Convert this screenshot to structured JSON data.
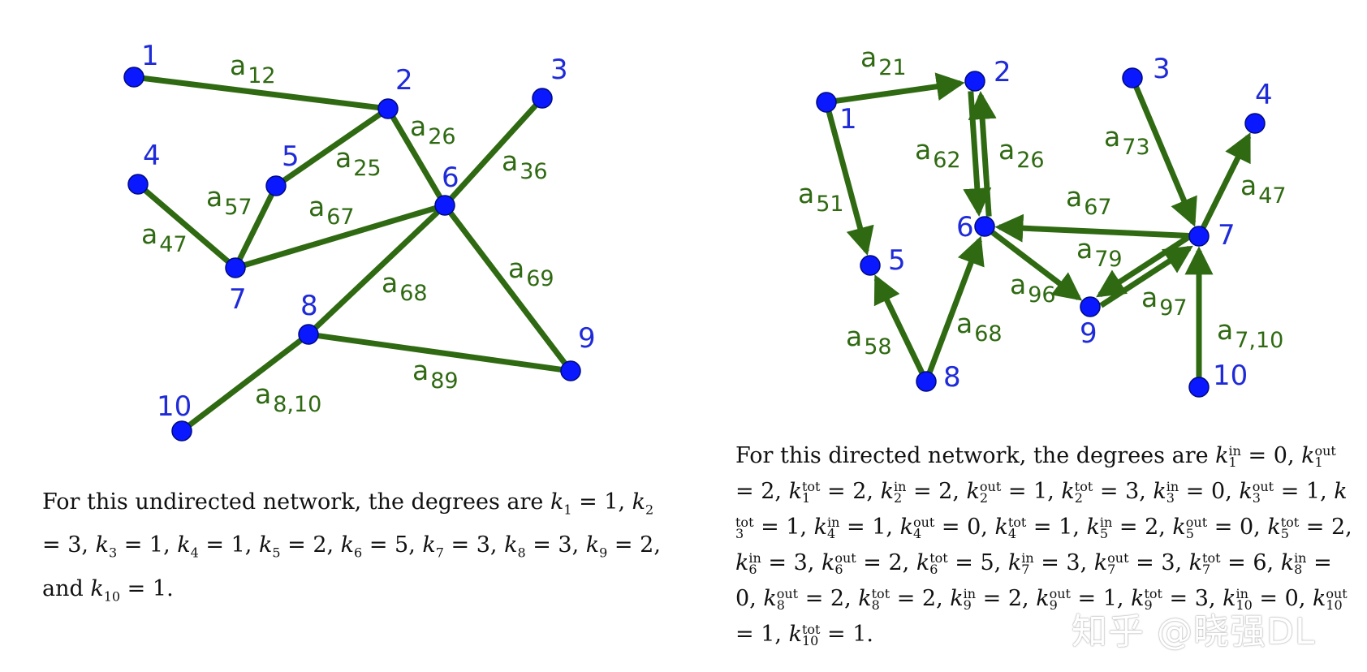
{
  "undirected": {
    "nodes": [
      {
        "id": "1",
        "label": "1"
      },
      {
        "id": "2",
        "label": "2"
      },
      {
        "id": "3",
        "label": "3"
      },
      {
        "id": "4",
        "label": "4"
      },
      {
        "id": "5",
        "label": "5"
      },
      {
        "id": "6",
        "label": "6"
      },
      {
        "id": "7",
        "label": "7"
      },
      {
        "id": "8",
        "label": "8"
      },
      {
        "id": "9",
        "label": "9"
      },
      {
        "id": "10",
        "label": "10"
      }
    ],
    "edges": [
      {
        "from": "1",
        "to": "2",
        "label": "a",
        "sub": "12"
      },
      {
        "from": "2",
        "to": "5",
        "label": "a",
        "sub": "25"
      },
      {
        "from": "2",
        "to": "6",
        "label": "a",
        "sub": "26"
      },
      {
        "from": "3",
        "to": "6",
        "label": "a",
        "sub": "36"
      },
      {
        "from": "4",
        "to": "7",
        "label": "a",
        "sub": "47"
      },
      {
        "from": "5",
        "to": "7",
        "label": "a",
        "sub": "57"
      },
      {
        "from": "6",
        "to": "7",
        "label": "a",
        "sub": "67"
      },
      {
        "from": "6",
        "to": "8",
        "label": "a",
        "sub": "68"
      },
      {
        "from": "6",
        "to": "9",
        "label": "a",
        "sub": "69"
      },
      {
        "from": "8",
        "to": "9",
        "label": "a",
        "sub": "89"
      },
      {
        "from": "8",
        "to": "10",
        "label": "a",
        "sub": "8,10"
      }
    ],
    "caption": {
      "intro": "For this undirected network, the degrees are ",
      "degrees": [
        {
          "k": "k",
          "sub": "1",
          "val": "1"
        },
        {
          "k": "k",
          "sub": "2",
          "val": "3"
        },
        {
          "k": "k",
          "sub": "3",
          "val": "1"
        },
        {
          "k": "k",
          "sub": "4",
          "val": "1"
        },
        {
          "k": "k",
          "sub": "5",
          "val": "2"
        },
        {
          "k": "k",
          "sub": "6",
          "val": "5"
        },
        {
          "k": "k",
          "sub": "7",
          "val": "3"
        },
        {
          "k": "k",
          "sub": "8",
          "val": "3"
        },
        {
          "k": "k",
          "sub": "9",
          "val": "2"
        },
        {
          "k": "k",
          "sub": "10",
          "val": "1"
        }
      ],
      "and": "and"
    }
  },
  "directed": {
    "nodes": [
      {
        "id": "1",
        "label": "1"
      },
      {
        "id": "2",
        "label": "2"
      },
      {
        "id": "3",
        "label": "3"
      },
      {
        "id": "4",
        "label": "4"
      },
      {
        "id": "5",
        "label": "5"
      },
      {
        "id": "6",
        "label": "6"
      },
      {
        "id": "7",
        "label": "7"
      },
      {
        "id": "8",
        "label": "8"
      },
      {
        "id": "9",
        "label": "9"
      },
      {
        "id": "10",
        "label": "10"
      }
    ],
    "edges": [
      {
        "from": "1",
        "to": "2",
        "label": "a",
        "sub": "21"
      },
      {
        "from": "1",
        "to": "5",
        "label": "a",
        "sub": "51"
      },
      {
        "from": "2",
        "to": "6",
        "label": "a",
        "sub": "62"
      },
      {
        "from": "6",
        "to": "2",
        "label": "a",
        "sub": "26"
      },
      {
        "from": "3",
        "to": "7",
        "label": "a",
        "sub": "73"
      },
      {
        "from": "7",
        "to": "4",
        "label": "a",
        "sub": "47"
      },
      {
        "from": "7",
        "to": "6",
        "label": "a",
        "sub": "67"
      },
      {
        "from": "9",
        "to": "7",
        "label": "a",
        "sub": "79"
      },
      {
        "from": "6",
        "to": "9",
        "label": "a",
        "sub": "96"
      },
      {
        "from": "7",
        "to": "9",
        "label": "a",
        "sub": "97"
      },
      {
        "from": "8",
        "to": "5",
        "label": "a",
        "sub": "58"
      },
      {
        "from": "8",
        "to": "6",
        "label": "a",
        "sub": "68"
      },
      {
        "from": "10",
        "to": "7",
        "label": "a",
        "sub": "7,10"
      }
    ],
    "caption": {
      "intro": "For this directed network, the degrees are ",
      "degrees": [
        {
          "sub": "1",
          "sup": "in",
          "val": "0"
        },
        {
          "sub": "1",
          "sup": "out",
          "val": "2"
        },
        {
          "sub": "1",
          "sup": "tot",
          "val": "2"
        },
        {
          "sub": "2",
          "sup": "in",
          "val": "2"
        },
        {
          "sub": "2",
          "sup": "out",
          "val": "1"
        },
        {
          "sub": "2",
          "sup": "tot",
          "val": "3"
        },
        {
          "sub": "3",
          "sup": "in",
          "val": "0"
        },
        {
          "sub": "3",
          "sup": "out",
          "val": "1"
        },
        {
          "sub": "3",
          "sup": "tot",
          "val": "1"
        },
        {
          "sub": "4",
          "sup": "in",
          "val": "1"
        },
        {
          "sub": "4",
          "sup": "out",
          "val": "0"
        },
        {
          "sub": "4",
          "sup": "tot",
          "val": "1"
        },
        {
          "sub": "5",
          "sup": "in",
          "val": "2"
        },
        {
          "sub": "5",
          "sup": "out",
          "val": "0"
        },
        {
          "sub": "5",
          "sup": "tot",
          "val": "2"
        },
        {
          "sub": "6",
          "sup": "in",
          "val": "3"
        },
        {
          "sub": "6",
          "sup": "out",
          "val": "2"
        },
        {
          "sub": "6",
          "sup": "tot",
          "val": "5"
        },
        {
          "sub": "7",
          "sup": "in",
          "val": "3"
        },
        {
          "sub": "7",
          "sup": "out",
          "val": "3"
        },
        {
          "sub": "7",
          "sup": "tot",
          "val": "6"
        },
        {
          "sub": "8",
          "sup": "in",
          "val": "0"
        },
        {
          "sub": "8",
          "sup": "out",
          "val": "2"
        },
        {
          "sub": "8",
          "sup": "tot",
          "val": "2"
        },
        {
          "sub": "9",
          "sup": "in",
          "val": "2"
        },
        {
          "sub": "9",
          "sup": "out",
          "val": "1"
        },
        {
          "sub": "9",
          "sup": "tot",
          "val": "3"
        },
        {
          "sub": "10",
          "sup": "in",
          "val": "0"
        },
        {
          "sub": "10",
          "sup": "out",
          "val": "1"
        },
        {
          "sub": "10",
          "sup": "tot",
          "val": "1"
        }
      ]
    }
  },
  "watermark": "知乎 @晓强DL"
}
